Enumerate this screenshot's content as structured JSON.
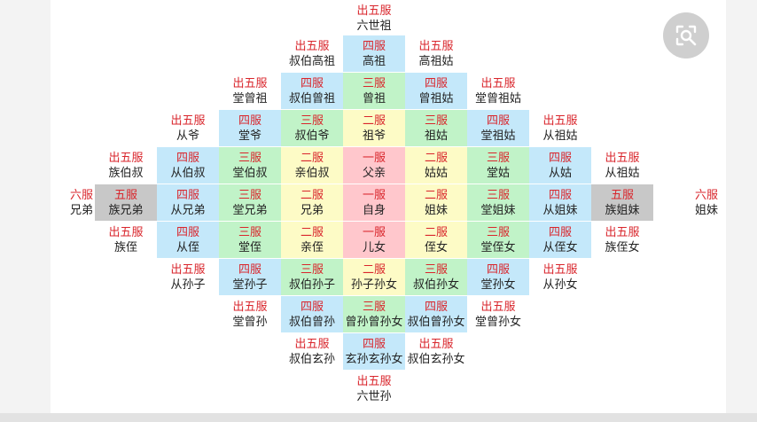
{
  "colors": {
    "pink": "#ffc7cc",
    "yellow": "#fdfbc6",
    "green": "#c1f3c8",
    "blue": "#c4e8fa",
    "grey": "#c8c8c8",
    "grade_text": "#d9262c",
    "name_text": "#222222"
  },
  "search_button": {
    "icon": "image-search-icon"
  },
  "cells": [
    {
      "grade": "出五服",
      "name": "六世祖",
      "color": "none"
    },
    {
      "grade": "出五服",
      "name": "叔伯高祖",
      "color": "none"
    },
    {
      "grade": "四服",
      "name": "高祖",
      "color": "blue"
    },
    {
      "grade": "出五服",
      "name": "高祖姑",
      "color": "none"
    },
    {
      "grade": "出五服",
      "name": "堂曾祖",
      "color": "none"
    },
    {
      "grade": "四服",
      "name": "叔伯曾祖",
      "color": "blue"
    },
    {
      "grade": "三服",
      "name": "曾祖",
      "color": "green"
    },
    {
      "grade": "四服",
      "name": "曾祖姑",
      "color": "blue"
    },
    {
      "grade": "出五服",
      "name": "堂曾祖姑",
      "color": "none"
    },
    {
      "grade": "出五服",
      "name": "从爷",
      "color": "none"
    },
    {
      "grade": "四服",
      "name": "堂爷",
      "color": "blue"
    },
    {
      "grade": "三服",
      "name": "叔伯爷",
      "color": "green"
    },
    {
      "grade": "二服",
      "name": "祖爷",
      "color": "yellow"
    },
    {
      "grade": "三服",
      "name": "祖姑",
      "color": "green"
    },
    {
      "grade": "四服",
      "name": "堂祖姑",
      "color": "blue"
    },
    {
      "grade": "出五服",
      "name": "从祖姑",
      "color": "none"
    },
    {
      "grade": "出五服",
      "name": "族伯叔",
      "color": "none"
    },
    {
      "grade": "四服",
      "name": "从伯叔",
      "color": "blue"
    },
    {
      "grade": "三服",
      "name": "堂伯叔",
      "color": "green"
    },
    {
      "grade": "二服",
      "name": "亲伯叔",
      "color": "yellow"
    },
    {
      "grade": "一服",
      "name": "父亲",
      "color": "pink"
    },
    {
      "grade": "二服",
      "name": "姑姑",
      "color": "yellow"
    },
    {
      "grade": "三服",
      "name": "堂姑",
      "color": "green"
    },
    {
      "grade": "四服",
      "name": "从姑",
      "color": "blue"
    },
    {
      "grade": "出五服",
      "name": "从祖姑",
      "color": "none"
    },
    {
      "grade": "六服",
      "name": "兄弟",
      "color": "none"
    },
    {
      "grade": "五服",
      "name": "族兄弟",
      "color": "grey"
    },
    {
      "grade": "四服",
      "name": "从兄弟",
      "color": "blue"
    },
    {
      "grade": "三服",
      "name": "堂兄弟",
      "color": "green"
    },
    {
      "grade": "二服",
      "name": "兄弟",
      "color": "yellow"
    },
    {
      "grade": "一服",
      "name": "自身",
      "color": "pink"
    },
    {
      "grade": "二服",
      "name": "姐妹",
      "color": "yellow"
    },
    {
      "grade": "三服",
      "name": "堂姐妹",
      "color": "green"
    },
    {
      "grade": "四服",
      "name": "从姐妹",
      "color": "blue"
    },
    {
      "grade": "五服",
      "name": "族姐妹",
      "color": "grey"
    },
    {
      "grade": "六服",
      "name": "姐妹",
      "color": "none"
    },
    {
      "grade": "出五服",
      "name": "族侄",
      "color": "none"
    },
    {
      "grade": "四服",
      "name": "从侄",
      "color": "blue"
    },
    {
      "grade": "三服",
      "name": "堂侄",
      "color": "green"
    },
    {
      "grade": "二服",
      "name": "亲侄",
      "color": "yellow"
    },
    {
      "grade": "一服",
      "name": "儿女",
      "color": "pink"
    },
    {
      "grade": "二服",
      "name": "侄女",
      "color": "yellow"
    },
    {
      "grade": "三服",
      "name": "堂侄女",
      "color": "green"
    },
    {
      "grade": "四服",
      "name": "从侄女",
      "color": "blue"
    },
    {
      "grade": "出五服",
      "name": "族侄女",
      "color": "none"
    },
    {
      "grade": "出五服",
      "name": "从孙子",
      "color": "none"
    },
    {
      "grade": "四服",
      "name": "堂孙子",
      "color": "blue"
    },
    {
      "grade": "三服",
      "name": "叔伯孙子",
      "color": "green"
    },
    {
      "grade": "二服",
      "name": "孙子孙女",
      "color": "yellow"
    },
    {
      "grade": "三服",
      "name": "叔伯孙女",
      "color": "green"
    },
    {
      "grade": "四服",
      "name": "堂孙女",
      "color": "blue"
    },
    {
      "grade": "出五服",
      "name": "从孙女",
      "color": "none"
    },
    {
      "grade": "出五服",
      "name": "堂曾孙",
      "color": "none"
    },
    {
      "grade": "四服",
      "name": "叔伯曾孙",
      "color": "blue"
    },
    {
      "grade": "三服",
      "name": "曾孙曾孙女",
      "color": "green"
    },
    {
      "grade": "四服",
      "name": "叔伯曾孙女",
      "color": "blue"
    },
    {
      "grade": "出五服",
      "name": "堂曾孙女",
      "color": "none"
    },
    {
      "grade": "出五服",
      "name": "叔伯玄孙",
      "color": "none"
    },
    {
      "grade": "四服",
      "name": "玄孙玄孙女",
      "color": "blue"
    },
    {
      "grade": "出五服",
      "name": "叔伯玄孙女",
      "color": "none"
    },
    {
      "grade": "出五服",
      "name": "六世孙",
      "color": "none"
    }
  ]
}
